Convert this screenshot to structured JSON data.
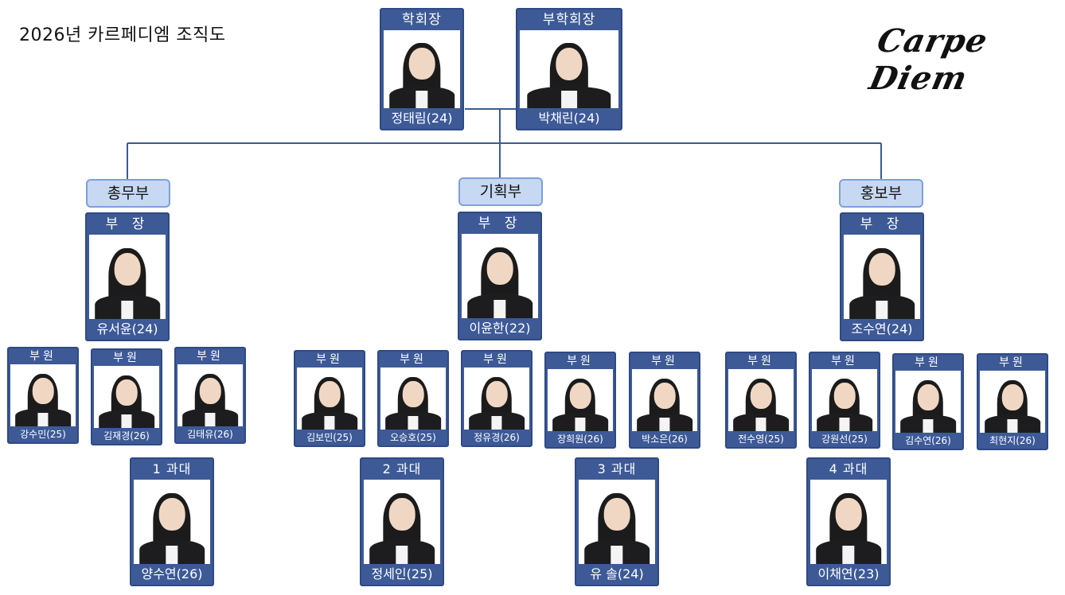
{
  "page_title": "2026년 카르페디엠 조직도",
  "logo_text": "Carpe Diem",
  "colors": {
    "card_blue": "#3d5a97",
    "dept_fill": "#c7d9f2",
    "dept_border": "#7da0d6",
    "line": "#3d5a97"
  },
  "leaders": [
    {
      "role": "학회장",
      "name": "정태림(24)"
    },
    {
      "role": "부학회장",
      "name": "박채린(24)"
    }
  ],
  "departments": [
    {
      "label": "총무부",
      "head": {
        "role": "부  장",
        "name": "유서윤(24)"
      },
      "members": [
        {
          "role": "부원",
          "name": "강수민(25)"
        },
        {
          "role": "부원",
          "name": "김재경(26)"
        },
        {
          "role": "부원",
          "name": "김태유(26)"
        }
      ]
    },
    {
      "label": "기획부",
      "head": {
        "role": "부  장",
        "name": "이윤한(22)"
      },
      "members": [
        {
          "role": "부원",
          "name": "김보민(25)"
        },
        {
          "role": "부원",
          "name": "오승호(25)"
        },
        {
          "role": "부원",
          "name": "정유경(26)"
        },
        {
          "role": "부원",
          "name": "장희원(26)"
        },
        {
          "role": "부원",
          "name": "박소은(26)"
        }
      ]
    },
    {
      "label": "홍보부",
      "head": {
        "role": "부  장",
        "name": "조수연(24)"
      },
      "members": [
        {
          "role": "부원",
          "name": "전수영(25)"
        },
        {
          "role": "부원",
          "name": "강원선(25)"
        },
        {
          "role": "부원",
          "name": "김수연(26)"
        },
        {
          "role": "부원",
          "name": "최현지(26)"
        }
      ]
    }
  ],
  "class_reps": [
    {
      "role": "1 과대",
      "name": "양수연(26)"
    },
    {
      "role": "2 과대",
      "name": "정세인(25)"
    },
    {
      "role": "3 과대",
      "name": "유  솔(24)"
    },
    {
      "role": "4 과대",
      "name": "이채연(23)"
    }
  ]
}
